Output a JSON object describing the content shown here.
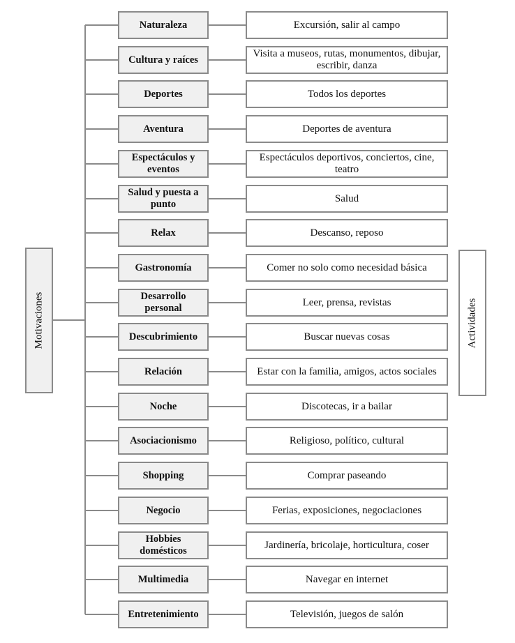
{
  "root_label": "Motivaciones",
  "side_label": "Actividades",
  "line_color": "#8a8a8a",
  "rows": [
    {
      "motivation": "Naturaleza",
      "activity": "Excursión, salir al campo"
    },
    {
      "motivation": "Cultura y raíces",
      "activity": "Visita a museos, rutas, monumentos, dibujar, escribir, danza"
    },
    {
      "motivation": "Deportes",
      "activity": "Todos los deportes"
    },
    {
      "motivation": "Aventura",
      "activity": "Deportes de aventura"
    },
    {
      "motivation": "Espectáculos y eventos",
      "activity": "Espectáculos deportivos, conciertos, cine, teatro"
    },
    {
      "motivation": "Salud y puesta a punto",
      "activity": "Salud"
    },
    {
      "motivation": "Relax",
      "activity": "Descanso, reposo"
    },
    {
      "motivation": "Gastronomía",
      "activity": "Comer no solo como necesidad básica"
    },
    {
      "motivation": "Desarrollo personal",
      "activity": "Leer, prensa, revistas"
    },
    {
      "motivation": "Descubrimiento",
      "activity": "Buscar nuevas cosas"
    },
    {
      "motivation": "Relación",
      "activity": "Estar con la familia, amigos, actos sociales"
    },
    {
      "motivation": "Noche",
      "activity": "Discotecas, ir a bailar"
    },
    {
      "motivation": "Asociacionismo",
      "activity": "Religioso, político, cultural"
    },
    {
      "motivation": "Shopping",
      "activity": "Comprar paseando"
    },
    {
      "motivation": "Negocio",
      "activity": "Ferias, exposiciones, negociaciones"
    },
    {
      "motivation": "Hobbies domésticos",
      "activity": "Jardinería, bricolaje, horticultura, coser"
    },
    {
      "motivation": "Multimedia",
      "activity": "Navegar en internet"
    },
    {
      "motivation": "Entretenimiento",
      "activity": "Televisión, juegos de salón"
    }
  ]
}
